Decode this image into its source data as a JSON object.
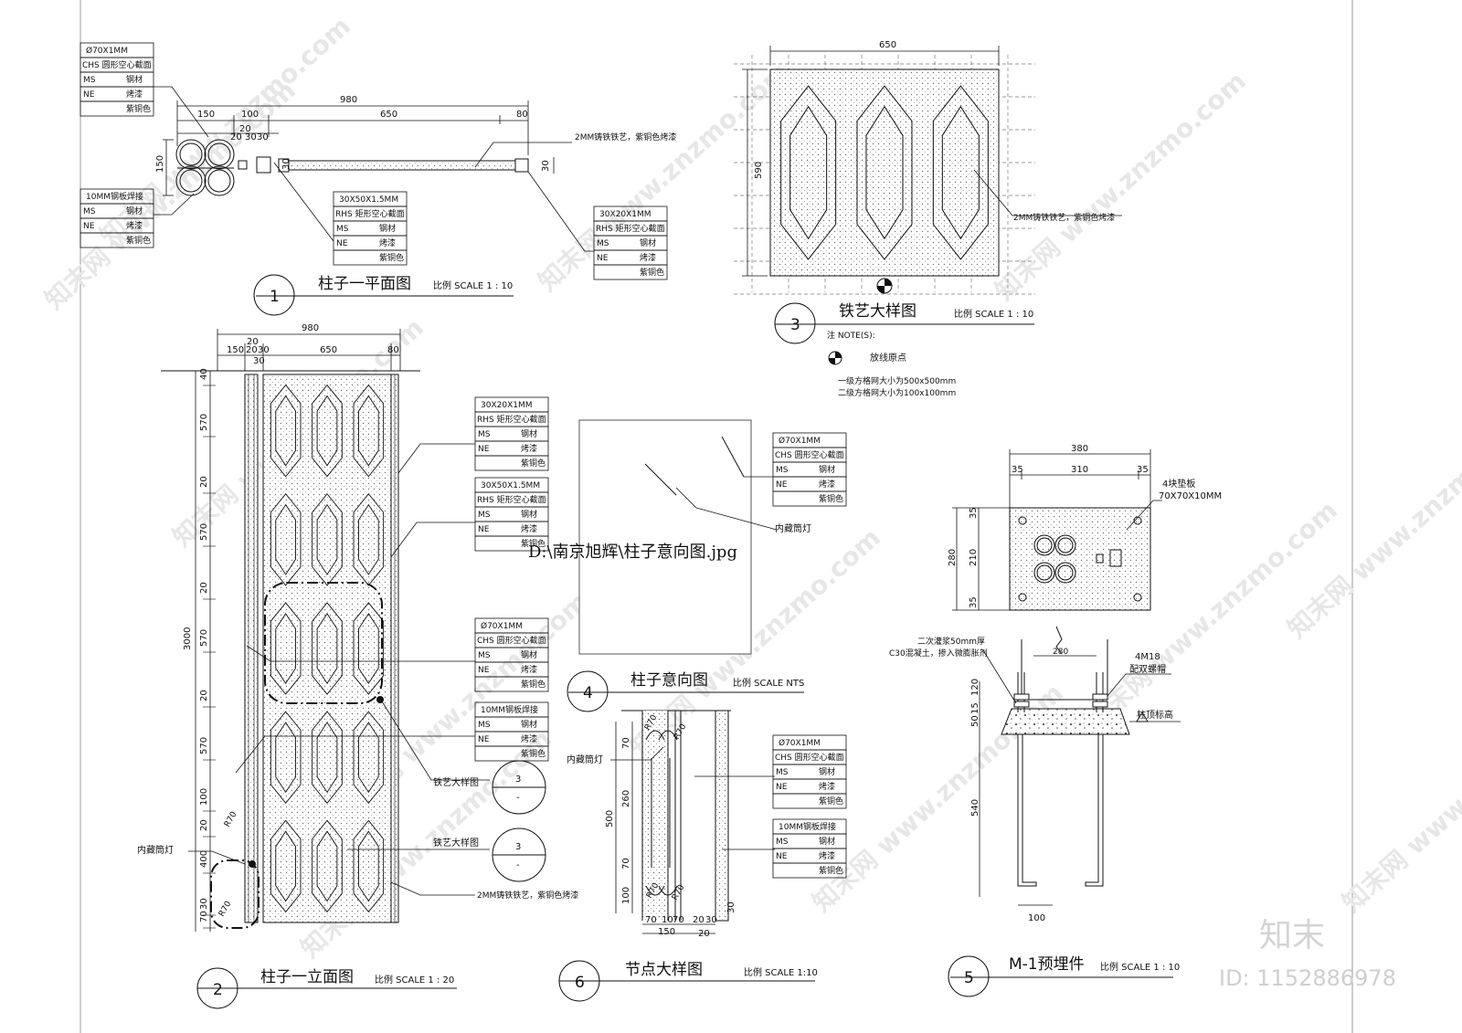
{
  "sheet": {
    "watermark_brand": "知末",
    "watermark_site": "www.znzmo.com",
    "watermark_repeat": "知末网 www.znzmo.com",
    "id_label": "ID: 1152886978"
  },
  "views": [
    {
      "key": "plan",
      "number": "1",
      "title": "柱子一平面图",
      "scale": "比例 SCALE 1 : 10"
    },
    {
      "key": "elev",
      "number": "2",
      "title": "柱子一立面图",
      "scale": "比例 SCALE 1 : 20"
    },
    {
      "key": "iron",
      "number": "3",
      "title": "铁艺大样图",
      "scale": "比例 SCALE 1 : 10"
    },
    {
      "key": "img",
      "number": "4",
      "title": "柱子意向图",
      "scale": "比例 SCALE NTS"
    },
    {
      "key": "embed",
      "number": "5",
      "title": "M-1预埋件",
      "scale": "比例 SCALE 1 : 10"
    },
    {
      "key": "node",
      "number": "6",
      "title": "节点大样图",
      "scale": "比例 SCALE 1:10"
    }
  ],
  "tags": {
    "chs": [
      "Ø70X1MM",
      "CHS 圆形空心截面",
      "MS",
      "钢材",
      "NE",
      "烤漆",
      "紫铜色"
    ],
    "plate": [
      "10MM钢板焊接",
      "MS",
      "钢材",
      "NE",
      "烤漆",
      "紫铜色"
    ],
    "rhs50": [
      "30X50X1.5MM",
      "RHS 矩形空心截面",
      "MS",
      "钢材",
      "NE",
      "烤漆",
      "紫铜色"
    ],
    "rhs20": [
      "30X20X1MM",
      "RHS 矩形空心截面",
      "MS",
      "钢材",
      "NE",
      "烤漆",
      "紫铜色"
    ]
  },
  "plan": {
    "dims": [
      "980",
      "150",
      "100",
      "650",
      "80",
      "20",
      "20",
      "30",
      "30",
      "150",
      "30",
      "30"
    ],
    "note": "2MM铸铁铁艺，紫铜色烤漆"
  },
  "elev": {
    "top_dims": [
      "980",
      "20",
      "150",
      "20",
      "30",
      "650",
      "80",
      "30"
    ],
    "left_dims": [
      "40",
      "570",
      "20",
      "570",
      "20",
      "570",
      "20",
      "570",
      "100",
      "20",
      "400",
      "30",
      "70",
      "3000"
    ],
    "radius_label": "R70",
    "light_label": "内藏筒灯",
    "ref_label": "铁艺大样图",
    "ref_num": "3",
    "ref_sub": "-",
    "note": "2MM铸铁铁艺，紫铜色烤漆"
  },
  "iron": {
    "dim_w": "650",
    "dim_h": "590",
    "note_label": "2MM铸铁铁艺，紫铜色烤漆",
    "notes_head": "注  NOTE(S):",
    "origin": "放线原点",
    "grid1": "一级方格网大小为500x500mm",
    "grid2": "二级方格网大小为100x100mm"
  },
  "img": {
    "missing_path": "D:\\南京旭辉\\柱子意向图.jpg",
    "light_label": "内藏筒灯"
  },
  "node": {
    "light_label": "内藏筒灯",
    "r": "R70",
    "left_dims": [
      "70",
      "260",
      "500",
      "70",
      "100"
    ],
    "bottom_dims": [
      "70",
      "10",
      "70",
      "20",
      "30",
      "150",
      "20"
    ],
    "side_dim": "30"
  },
  "embed": {
    "top_dims": [
      "380",
      "35",
      "310",
      "35"
    ],
    "left_dims": [
      "35",
      "280",
      "210",
      "35"
    ],
    "pad_label": "4块垫板",
    "pad_size": "70X70X10MM",
    "grout1": "二次灌浆50mm厚",
    "grout2": "C30混凝土，掺入微膨胀剂",
    "bolt_w": "280",
    "bolt1": "4M18",
    "bolt2": "配双螺帽",
    "top_mark": "柱顶标高",
    "section_dims": [
      "120",
      "50",
      "15",
      "540"
    ],
    "bottom_dim": "100"
  }
}
